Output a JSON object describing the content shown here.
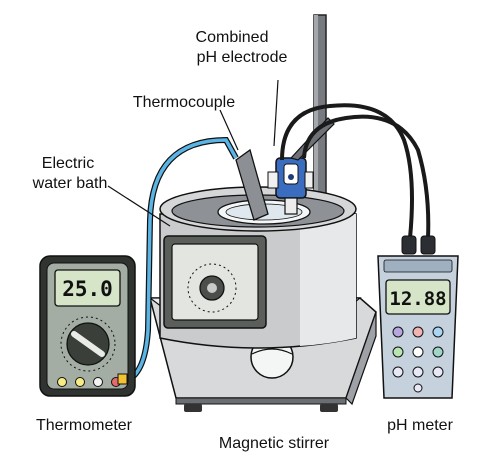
{
  "labels": {
    "combined_ph_electrode_line1": "Combined",
    "combined_ph_electrode_line2": "pH electrode",
    "thermocouple": "Thermocouple",
    "electric_water_bath_line1": "Electric",
    "electric_water_bath_line2": "water bath",
    "thermometer": "Thermometer",
    "magnetic_stirrer": "Magnetic stirrer",
    "ph_meter": "pH meter"
  },
  "readouts": {
    "thermometer_display": "25.0",
    "ph_meter_display": "12.88"
  },
  "colors": {
    "cable_blue": "#5bb4e6",
    "equipment_gray": "#d9dadb",
    "thermometer_body": "#9aa39a",
    "ph_meter_body": "#c9d4de",
    "lcd_background": "#d3e3c5",
    "probe_blue": "#3a6cc0"
  }
}
